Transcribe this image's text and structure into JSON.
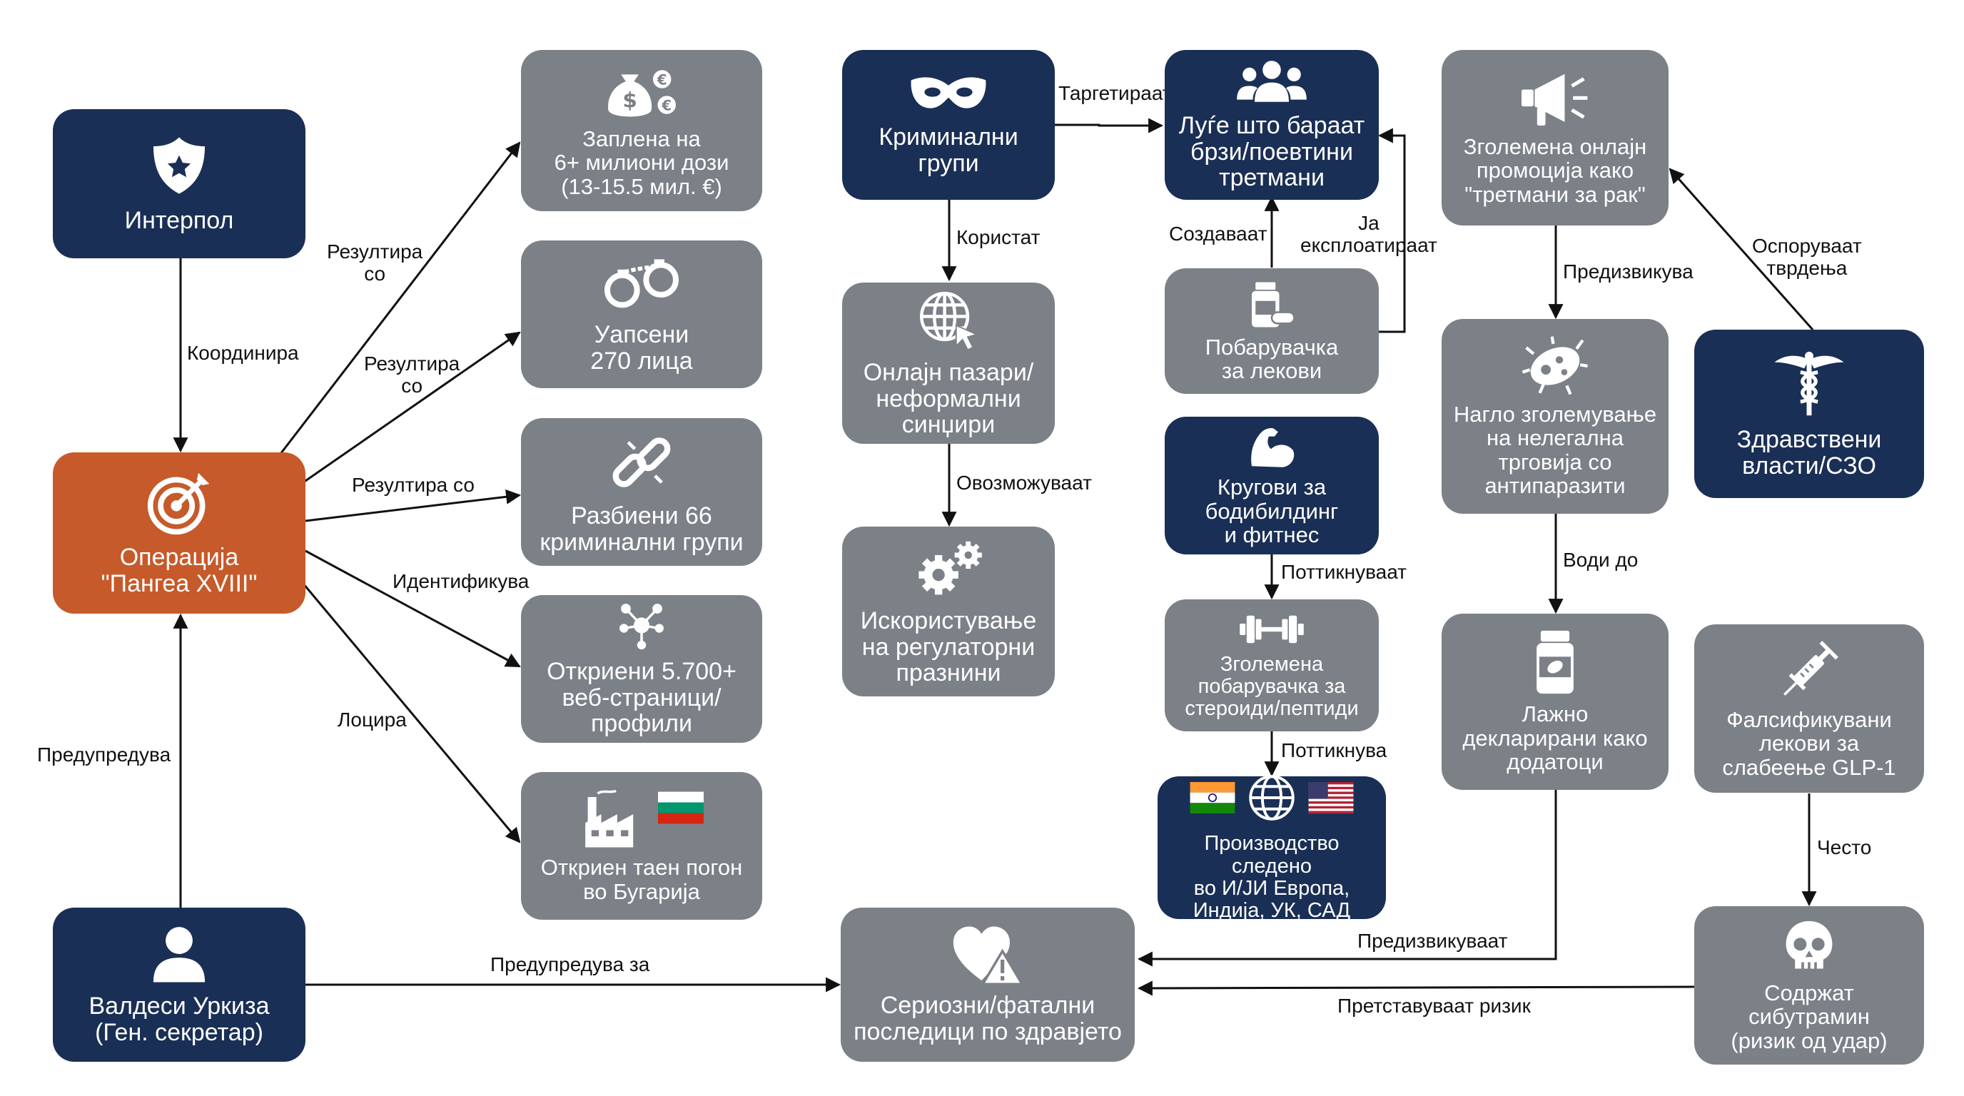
{
  "colors": {
    "navy": "#1a2f55",
    "gray": "#7c8087",
    "orange": "#c65a2a",
    "edge": "#111111"
  },
  "nodes": {
    "interpol": {
      "label": "Интерпол",
      "icon": "police-badge-icon"
    },
    "operation": {
      "label": "Операција\n\"Пангеа XVIII\"",
      "icon": "target-icon"
    },
    "valdesi": {
      "label": "Валдеси Уркиза\n(Ген. секретар)",
      "icon": "person-icon"
    },
    "seizure": {
      "label": "Заплена на\n6+ милиони дози\n(13-15.5 мил. €)",
      "icon": "money-bag-icon"
    },
    "arrested": {
      "label": "Уапсени\n270 лица",
      "icon": "handcuffs-icon"
    },
    "groups_broken": {
      "label": "Разбиени 66\nкриминални групи",
      "icon": "broken-chain-icon"
    },
    "websites": {
      "label": "Откриени 5.700+\nвеб-страници/профили",
      "icon": "network-icon"
    },
    "factory": {
      "label": "Откриен таен погон\nво Бугарија",
      "icon": "factory-icon",
      "flag": "bulgaria-flag-icon"
    },
    "criminal_groups": {
      "label": "Криминални\nгрупи",
      "icon": "mask-icon"
    },
    "online_markets": {
      "label": "Онлајн пазари/\nнеформални\nсинџири",
      "icon": "globe-cursor-icon"
    },
    "regulatory_gaps": {
      "label": "Искористување\nна регулаторни\nпразнини",
      "icon": "gears-icon"
    },
    "people": {
      "label": "Луѓе што бараат\nбрзи/поевтини\nтретмани",
      "icon": "people-group-icon"
    },
    "drug_demand": {
      "label": "Побарувачка\nза лекови",
      "icon": "medicine-bottle-icon"
    },
    "bodybuilding": {
      "label": "Кругови за\nбодибилдинг\nи фитнес",
      "icon": "flexed-arm-icon"
    },
    "steroids": {
      "label": "Зголемена\nпобарувачка за\nстероиди/пептиди",
      "icon": "dumbbell-icon"
    },
    "production": {
      "label": "Производство следено\nво И/ЈИ Европа,\nИндија, УК, САД",
      "icons": [
        "india-flag-icon",
        "globe-icon",
        "usa-flag-icon"
      ]
    },
    "consequences": {
      "label": "Сериозни/фатални\nпоследици по здравјето",
      "icon": "heart-warning-icon"
    },
    "promotion": {
      "label": "Зголемена онлајн\nпромоција како\n\"третмани за рак\"",
      "icon": "megaphone-icon"
    },
    "antiparasitic": {
      "label": "Нагло зголемување\nна нелегална\nтрговија со\nантипаразити",
      "icon": "bacteria-icon"
    },
    "health_authorities": {
      "label": "Здравствени\nвласти/СЗО",
      "icon": "caduceus-icon"
    },
    "supplements": {
      "label": "Лажно\nдекларирани како\nдодатоци",
      "icon": "supplement-bottle-icon"
    },
    "glp1": {
      "label": "Фалсификувани\nлекови за\nслабеење GLP-1",
      "icon": "syringe-icon"
    },
    "sibutramine": {
      "label": "Содржат\nсибутрамин\n(ризик од удар)",
      "icon": "skull-icon"
    }
  },
  "edges": {
    "coordinates": "Координира",
    "results_1": "Резултира\nсо",
    "results_2": "Резултира\nсо",
    "results_3": "Резултира со",
    "identifies": "Идентификува",
    "locates": "Лоцира",
    "warns": "Предупредува",
    "warns_about": "Предупредува за",
    "targets": "Таргетираат",
    "use": "Користат",
    "enable": "Овозможуваат",
    "create": "Создаваат",
    "exploit": "Ја\nексплоатираат",
    "drive": "Поттикнуваат",
    "drives": "Поттикнува",
    "causes_1": "Предизвикува",
    "causes_2": "Предизвикуваат",
    "leads_to": "Води до",
    "dispute": "Оспоруваат\nтврдења",
    "often": "Често",
    "pose_risk": "Претставуваат ризик"
  }
}
